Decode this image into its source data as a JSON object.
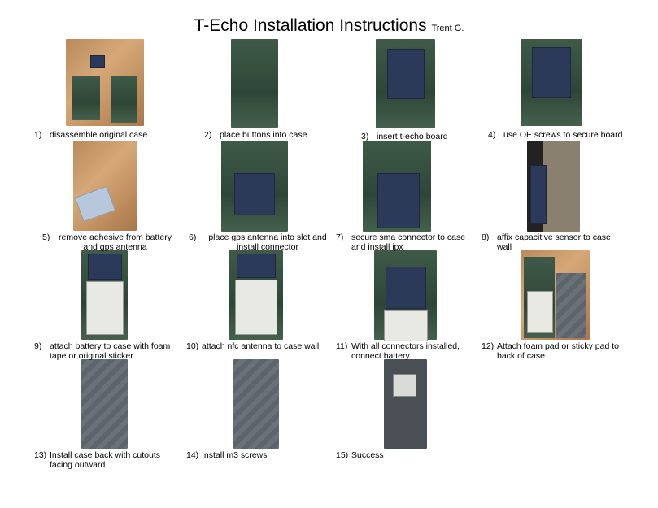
{
  "title": "T-Echo Installation Instructions",
  "author": "Trent G.",
  "steps": [
    {
      "num": "1)",
      "text": "disassemble original case"
    },
    {
      "num": "2)",
      "text": "place buttons into case"
    },
    {
      "num": "3)",
      "text": "insert t-echo board"
    },
    {
      "num": "4)",
      "text": "use OE screws to secure board"
    },
    {
      "num": "5)",
      "text": "remove adhesive from battery and gps antenna"
    },
    {
      "num": "6)",
      "text": "place gps antenna into slot and install connector"
    },
    {
      "num": "7)",
      "text": "secure sma connector to case and install ipx"
    },
    {
      "num": "8)",
      "text": "affix capacitive sensor to case wall"
    },
    {
      "num": "9)",
      "text": "attach battery to case with foam tape or original sticker"
    },
    {
      "num": "10)",
      "text": "attach nfc antenna to case wall"
    },
    {
      "num": "11)",
      "text": "With all connectors installed, connect battery"
    },
    {
      "num": "12)",
      "text": "Attach foam pad or sticky pad to back of case"
    },
    {
      "num": "13)",
      "text": "Install case back with cutouts facing outward"
    },
    {
      "num": "14)",
      "text": "Install m3 screws"
    },
    {
      "num": "15)",
      "text": "Success"
    }
  ]
}
